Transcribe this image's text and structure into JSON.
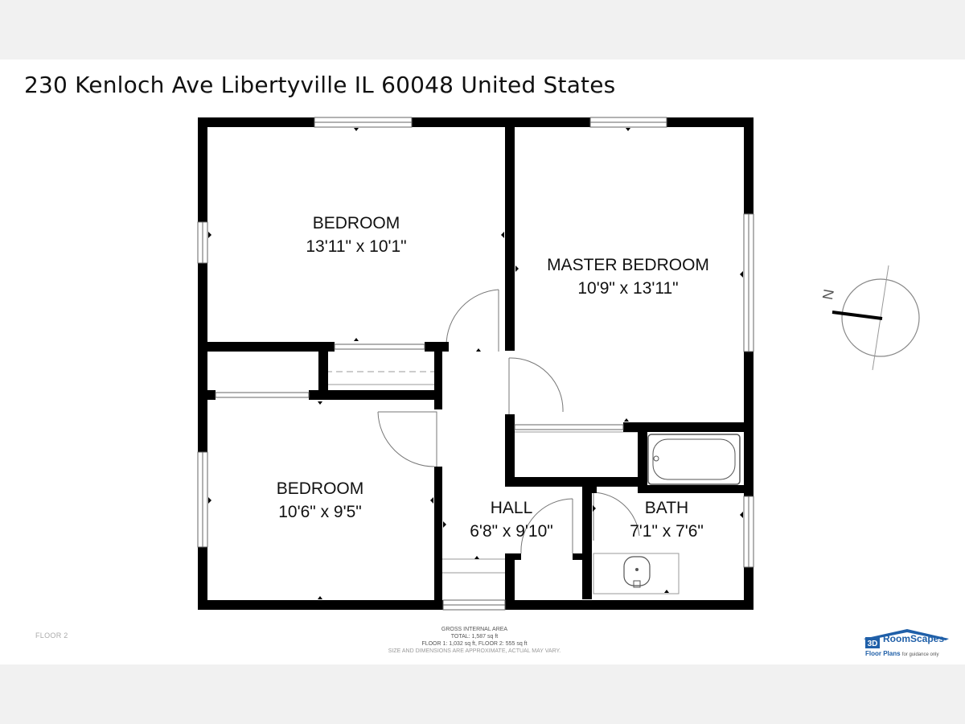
{
  "address": "230 Kenloch Ave Libertyville IL 60048 United States",
  "rooms": [
    {
      "name": "BEDROOM",
      "dims": "13'11\" x 10'1\""
    },
    {
      "name": "MASTER BEDROOM",
      "dims": "10'9\" x 13'11\""
    },
    {
      "name": "BEDROOM",
      "dims": "10'6\" x 9'5\""
    },
    {
      "name": "HALL",
      "dims": "6'8\" x 9'10\""
    },
    {
      "name": "BATH",
      "dims": "7'1\" x 7'6\""
    }
  ],
  "compass": {
    "label": "N",
    "icon": "north-arrow-icon"
  },
  "floor_label": "FLOOR 2",
  "area": {
    "heading": "GROSS INTERNAL AREA",
    "total": "TOTAL: 1,587 sq ft",
    "floors": "FLOOR 1: 1,032 sq ft, FLOOR 2: 555 sq ft",
    "note": "SIZE AND DIMENSIONS ARE APPROXIMATE, ACTUAL MAY VARY."
  },
  "logo": {
    "brand": "RoomScapes",
    "tag_main": "Floor Plans",
    "tag_sub": "for guidance only",
    "color": "#1f5fa8"
  }
}
